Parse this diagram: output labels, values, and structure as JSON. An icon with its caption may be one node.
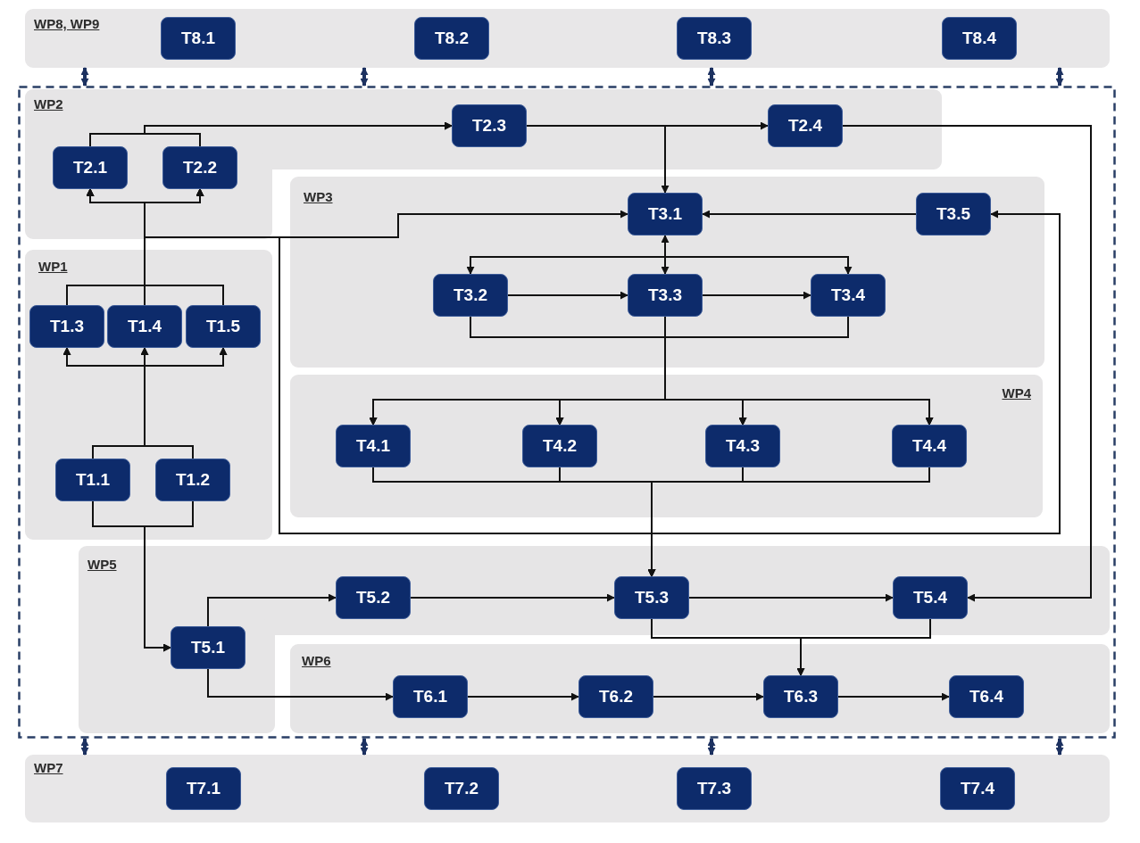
{
  "diagram": {
    "nodes": [
      {
        "text": [
          "WP8, WP9"
        ]
      },
      {
        "text": [
          "T8.1"
        ],
        "in": 0
      },
      {
        "text": [
          "T8.2"
        ],
        "in": 0
      },
      {
        "text": [
          "T8.3"
        ],
        "in": 0
      },
      {
        "text": [
          "T8.4"
        ],
        "in": 0
      },
      {
        "text": [],
        "shape": "box"
      },
      {
        "text": [
          "WP2"
        ],
        "in": 5
      },
      {
        "text": [
          "T2.1"
        ],
        "in": 6
      },
      {
        "text": [
          "T2.2"
        ],
        "in": 6
      },
      {
        "text": [
          "T2.3"
        ],
        "in": 6
      },
      {
        "text": [
          "T2.4"
        ],
        "in": 6
      },
      {
        "text": [
          "WP3"
        ],
        "in": 5
      },
      {
        "text": [
          "T3.1"
        ],
        "in": 11
      },
      {
        "text": [
          "T3.5"
        ],
        "in": 11
      },
      {
        "text": [
          "T3.2"
        ],
        "in": 11
      },
      {
        "text": [
          "T3.3"
        ],
        "in": 11
      },
      {
        "text": [
          "T3.4"
        ],
        "in": 11
      },
      {
        "text": [
          "WP1"
        ],
        "in": 5
      },
      {
        "text": [
          "T1.3"
        ],
        "in": 17
      },
      {
        "text": [
          "T1.4"
        ],
        "in": 17
      },
      {
        "text": [
          "T1.5"
        ],
        "in": 17
      },
      {
        "text": [
          "T1.1"
        ],
        "in": 17
      },
      {
        "text": [
          "T1.2"
        ],
        "in": 17
      },
      {
        "text": [
          "WP4"
        ],
        "in": 5
      },
      {
        "text": [
          "T4.1"
        ],
        "in": 23
      },
      {
        "text": [
          "T4.2"
        ],
        "in": 23
      },
      {
        "text": [
          "T4.3"
        ],
        "in": 23
      },
      {
        "text": [
          "T4.4"
        ],
        "in": 23
      },
      {
        "text": [
          "WP5"
        ],
        "in": 5
      },
      {
        "text": [
          "T5.2"
        ],
        "in": 28
      },
      {
        "text": [
          "T5.3"
        ],
        "in": 28
      },
      {
        "text": [
          "T5.4"
        ],
        "in": 28
      },
      {
        "text": [
          "T5.1"
        ],
        "in": 28
      },
      {
        "text": [
          "WP6"
        ],
        "in": 5
      },
      {
        "text": [
          "T6.1"
        ],
        "in": 33
      },
      {
        "text": [
          "T6.2"
        ],
        "in": 33
      },
      {
        "text": [
          "T6.3"
        ],
        "in": 33
      },
      {
        "text": [
          "T6.4"
        ],
        "in": 33
      },
      {
        "text": [
          "WP7"
        ]
      },
      {
        "text": [
          "T7.1"
        ],
        "in": 38
      },
      {
        "text": [
          "T7.2"
        ],
        "in": 38
      },
      {
        "text": [
          "T7.3"
        ],
        "in": 38
      },
      {
        "text": [
          "T7.4"
        ],
        "in": 38
      }
    ],
    "edges": [
      {
        "from": 0,
        "to": 5,
        "arrow": "both",
        "style": "thick",
        "color": "#1c3160"
      },
      {
        "from": 0,
        "to": 5,
        "arrow": "both",
        "style": "thick",
        "color": "#1c3160"
      },
      {
        "from": 0,
        "to": 5,
        "arrow": "both",
        "style": "thick",
        "color": "#1c3160"
      },
      {
        "from": 0,
        "to": 5,
        "arrow": "both",
        "style": "thick",
        "color": "#1c3160"
      },
      {
        "from": 5,
        "to": 38,
        "arrow": "both",
        "style": "thick",
        "color": "#1c3160"
      },
      {
        "from": 5,
        "to": 38,
        "arrow": "both",
        "style": "thick",
        "color": "#1c3160"
      },
      {
        "from": 5,
        "to": 38,
        "arrow": "both",
        "style": "thick",
        "color": "#1c3160"
      },
      {
        "from": 5,
        "to": 38,
        "arrow": "both",
        "style": "thick",
        "color": "#1c3160"
      },
      {
        "from": 7,
        "to": 9,
        "arrow": "to"
      },
      {
        "from": 8,
        "to": 9,
        "arrow": "to"
      },
      {
        "from": 9,
        "to": 10,
        "arrow": "to"
      },
      {
        "from": 9,
        "to": 12,
        "arrow": "to"
      },
      {
        "from": 10,
        "to": 31,
        "arrow": "to"
      },
      {
        "from": 13,
        "to": 12,
        "arrow": "to"
      },
      {
        "from": 12,
        "to": 14,
        "arrow": "to"
      },
      {
        "from": 12,
        "to": 16,
        "arrow": "to"
      },
      {
        "from": 12,
        "to": 15,
        "arrow": "both"
      },
      {
        "from": 14,
        "to": 15,
        "arrow": "to"
      },
      {
        "from": 15,
        "to": 16,
        "arrow": "to"
      },
      {
        "from": 14,
        "to": 24,
        "arrow": "to"
      },
      {
        "from": 14,
        "to": 25,
        "arrow": "to"
      },
      {
        "from": 14,
        "to": 26,
        "arrow": "to"
      },
      {
        "from": 14,
        "to": 27,
        "arrow": "to"
      },
      {
        "from": 15,
        "to": 24,
        "arrow": "to"
      },
      {
        "from": 15,
        "to": 25,
        "arrow": "to"
      },
      {
        "from": 15,
        "to": 26,
        "arrow": "to"
      },
      {
        "from": 15,
        "to": 27,
        "arrow": "to"
      },
      {
        "from": 16,
        "to": 24,
        "arrow": "to"
      },
      {
        "from": 16,
        "to": 25,
        "arrow": "to"
      },
      {
        "from": 16,
        "to": 26,
        "arrow": "to"
      },
      {
        "from": 16,
        "to": 27,
        "arrow": "to"
      },
      {
        "from": 24,
        "to": 30,
        "arrow": "to"
      },
      {
        "from": 25,
        "to": 30,
        "arrow": "to"
      },
      {
        "from": 26,
        "to": 30,
        "arrow": "to"
      },
      {
        "from": 27,
        "to": 30,
        "arrow": "to"
      },
      {
        "from": 21,
        "to": 18,
        "arrow": "to"
      },
      {
        "from": 21,
        "to": 19,
        "arrow": "to"
      },
      {
        "from": 21,
        "to": 20,
        "arrow": "to"
      },
      {
        "from": 22,
        "to": 18,
        "arrow": "to"
      },
      {
        "from": 22,
        "to": 19,
        "arrow": "to"
      },
      {
        "from": 22,
        "to": 20,
        "arrow": "to"
      },
      {
        "from": 18,
        "to": 7,
        "arrow": "to"
      },
      {
        "from": 18,
        "to": 8,
        "arrow": "to"
      },
      {
        "from": 19,
        "to": 7,
        "arrow": "to"
      },
      {
        "from": 19,
        "to": 8,
        "arrow": "to"
      },
      {
        "from": 20,
        "to": 7,
        "arrow": "to"
      },
      {
        "from": 20,
        "to": 8,
        "arrow": "to"
      },
      {
        "from": 21,
        "to": 32,
        "arrow": "to"
      },
      {
        "from": 22,
        "to": 32,
        "arrow": "to"
      },
      {
        "from": 32,
        "to": 29,
        "arrow": "to"
      },
      {
        "from": 32,
        "to": 34,
        "arrow": "to"
      },
      {
        "from": 29,
        "to": 30,
        "arrow": "to"
      },
      {
        "from": 30,
        "to": 31,
        "arrow": "to"
      },
      {
        "from": 30,
        "to": 36,
        "arrow": "to"
      },
      {
        "from": 31,
        "to": 36,
        "arrow": "to"
      },
      {
        "from": 34,
        "to": 35,
        "arrow": "to"
      },
      {
        "from": 35,
        "to": 36,
        "arrow": "to"
      },
      {
        "from": 36,
        "to": 37,
        "arrow": "to"
      },
      {
        "from": 12,
        "to": 13,
        "arrow": "both"
      },
      {
        "from": null,
        "to": 7,
        "arrow": "to"
      },
      {
        "from": null,
        "to": 8,
        "arrow": "to"
      }
    ]
  }
}
